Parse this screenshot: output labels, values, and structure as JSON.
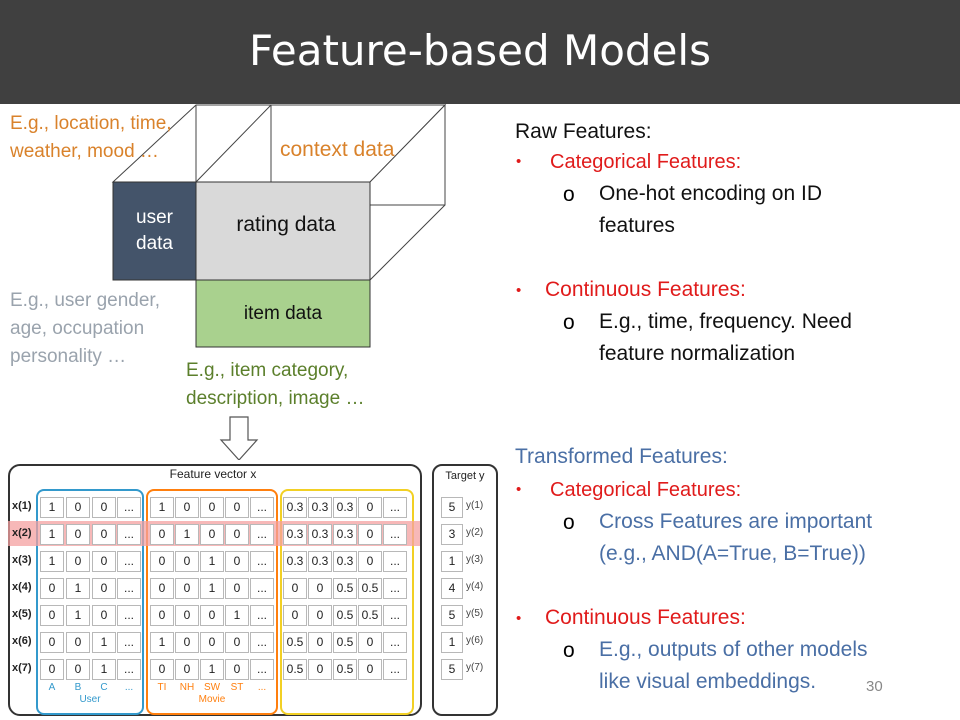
{
  "slide": {
    "title": "Feature-based Models",
    "page_number": "30"
  },
  "diagram": {
    "context_note_line1": "E.g., location, time,",
    "context_note_line2": "weather, mood …",
    "context_label": "context data",
    "user_label_line1": "user",
    "user_label_line2": "data",
    "rating_label": "rating data",
    "item_label": "item data",
    "user_note_line1": "E.g., user gender,",
    "user_note_line2": "age, occupation",
    "user_note_line3": "personality …",
    "item_note_line1": "E.g., item category,",
    "item_note_line2": "description, image …",
    "colors": {
      "user": "#44546a",
      "rating": "#d9d9d9",
      "item": "#a9d18e",
      "context_text": "#d9822b"
    }
  },
  "raw": {
    "heading": "Raw Features:",
    "cat_label": "Categorical Features:",
    "cat_sub_line1": "One-hot encoding on ID",
    "cat_sub_line2": "features",
    "cont_label": "Continuous Features:",
    "cont_sub_line1": "E.g., time, frequency. Need",
    "cont_sub_line2": "feature normalization"
  },
  "transformed": {
    "heading": "Transformed Features:",
    "cat_label": "Categorical Features:",
    "cat_sub_line1": "Cross Features are important",
    "cat_sub_line2": "(e.g., AND(A=True, B=True))",
    "cont_label": "Continuous Features:",
    "cont_sub_line1": "E.g., outputs of other models",
    "cont_sub_line2": "like visual embeddings."
  },
  "feature_vector": {
    "title": "Feature vector x",
    "target_title": "Target y",
    "row_labels": [
      "x(1)",
      "x(2)",
      "x(3)",
      "x(4)",
      "x(5)",
      "x(6)",
      "x(7)"
    ],
    "user_cols": [
      "A",
      "B",
      "C",
      "..."
    ],
    "movie_cols": [
      "TI",
      "NH",
      "SW",
      "ST",
      "..."
    ],
    "user_group": "User",
    "movie_group": "Movie",
    "rows": [
      {
        "user": [
          "1",
          "0",
          "0",
          "..."
        ],
        "movie": [
          "1",
          "0",
          "0",
          "0",
          "..."
        ],
        "other": [
          "0.3",
          "0.3",
          "0.3",
          "0",
          "..."
        ],
        "target": "5",
        "ylabel": "y(1)"
      },
      {
        "user": [
          "1",
          "0",
          "0",
          "..."
        ],
        "movie": [
          "0",
          "1",
          "0",
          "0",
          "..."
        ],
        "other": [
          "0.3",
          "0.3",
          "0.3",
          "0",
          "..."
        ],
        "target": "3",
        "ylabel": "y(2)"
      },
      {
        "user": [
          "1",
          "0",
          "0",
          "..."
        ],
        "movie": [
          "0",
          "0",
          "1",
          "0",
          "..."
        ],
        "other": [
          "0.3",
          "0.3",
          "0.3",
          "0",
          "..."
        ],
        "target": "1",
        "ylabel": "y(3)"
      },
      {
        "user": [
          "0",
          "1",
          "0",
          "..."
        ],
        "movie": [
          "0",
          "0",
          "1",
          "0",
          "..."
        ],
        "other": [
          "0",
          "0",
          "0.5",
          "0.5",
          "..."
        ],
        "target": "4",
        "ylabel": "y(4)"
      },
      {
        "user": [
          "0",
          "1",
          "0",
          "..."
        ],
        "movie": [
          "0",
          "0",
          "0",
          "1",
          "..."
        ],
        "other": [
          "0",
          "0",
          "0.5",
          "0.5",
          "..."
        ],
        "target": "5",
        "ylabel": "y(5)"
      },
      {
        "user": [
          "0",
          "0",
          "1",
          "..."
        ],
        "movie": [
          "1",
          "0",
          "0",
          "0",
          "..."
        ],
        "other": [
          "0.5",
          "0",
          "0.5",
          "0",
          "..."
        ],
        "target": "1",
        "ylabel": "y(6)"
      },
      {
        "user": [
          "0",
          "0",
          "1",
          "..."
        ],
        "movie": [
          "0",
          "0",
          "1",
          "0",
          "..."
        ],
        "other": [
          "0.5",
          "0",
          "0.5",
          "0",
          "..."
        ],
        "target": "5",
        "ylabel": "y(7)"
      }
    ],
    "highlight_row": 1,
    "colors": {
      "user_group": "#3399cc",
      "movie_group": "#ff7f0e",
      "other_group": "#f2d024",
      "highlight": "#f4a0a0"
    }
  }
}
